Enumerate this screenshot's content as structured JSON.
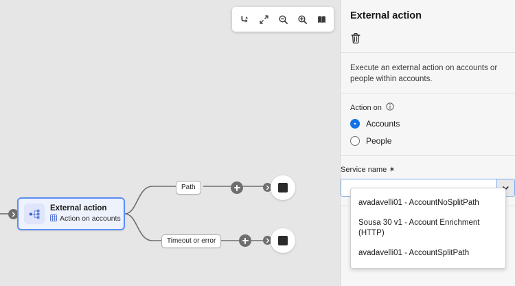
{
  "canvas": {
    "toolbar": {
      "buttons": [
        {
          "name": "undo-redo-icon",
          "label": "Redo"
        },
        {
          "name": "fit-collapse-icon",
          "label": "Collapse to fit"
        },
        {
          "name": "zoom-out-icon",
          "label": "Zoom out"
        },
        {
          "name": "zoom-in-icon",
          "label": "Zoom in"
        },
        {
          "name": "map-icon",
          "label": "Minimap"
        }
      ]
    },
    "node": {
      "title": "External action",
      "subtitle": "Action on accounts",
      "icon": "split-branch-icon",
      "subtitle_icon": "grid-icon"
    },
    "branches": [
      {
        "label": "Path",
        "end_icon": "stop-square-icon"
      },
      {
        "label": "Timeout or error",
        "end_icon": "stop-square-icon"
      }
    ],
    "add_button_label": "+",
    "colors": {
      "background": "#e6e6e6",
      "node_border": "#5b8df5",
      "node_fill": "#eef2fd",
      "connector": "#6e6e6e"
    }
  },
  "panel": {
    "title": "External action",
    "delete_icon": "trash-icon",
    "description": "Execute an external action on accounts or people within accounts.",
    "action_on": {
      "label": "Action on",
      "info_icon": "info-icon",
      "options": [
        {
          "label": "Accounts",
          "selected": true
        },
        {
          "label": "People",
          "selected": false
        }
      ]
    },
    "service_name": {
      "label": "Service name",
      "required_marker": "✶",
      "value": "",
      "placeholder": "",
      "toggle_icon": "chevron-down-icon",
      "options": [
        "avadavelli01 - AccountNoSplitPath",
        "Sousa 30 v1 - Account Enrichment (HTTP)",
        "avadavelli01 - AccountSplitPath"
      ]
    },
    "colors": {
      "background": "#f6f6f6",
      "accent": "#1473e6",
      "focus_border": "#7aaaf0"
    }
  }
}
